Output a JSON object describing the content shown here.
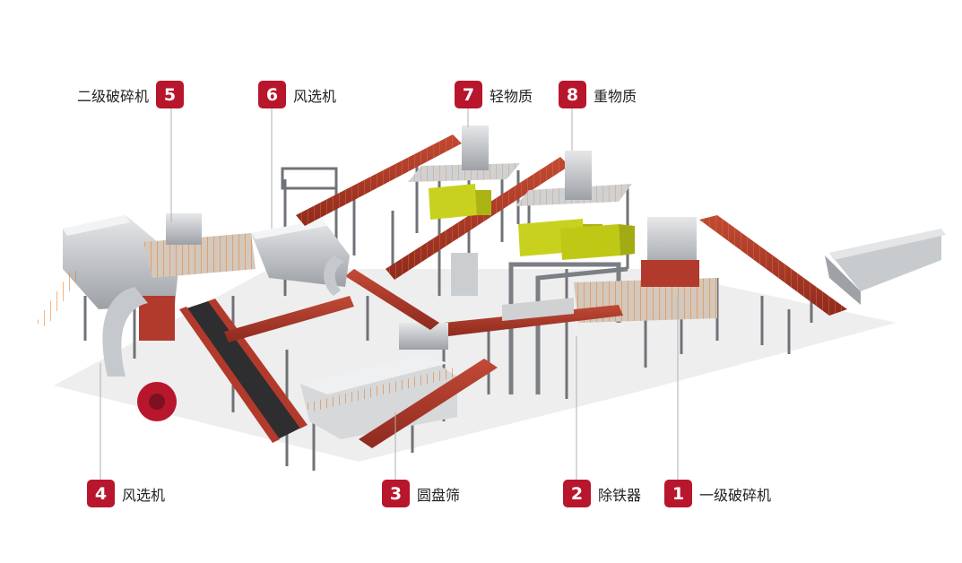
{
  "callouts": [
    {
      "id": "c5",
      "number": "5",
      "label": "二级破碎机"
    },
    {
      "id": "c6",
      "number": "6",
      "label": "风选机"
    },
    {
      "id": "c7",
      "number": "7",
      "label": "轻物质"
    },
    {
      "id": "c8",
      "number": "8",
      "label": "重物质"
    },
    {
      "id": "c4",
      "number": "4",
      "label": "风选机"
    },
    {
      "id": "c3",
      "number": "3",
      "label": "圆盘筛"
    },
    {
      "id": "c2",
      "number": "2",
      "label": "除铁器"
    },
    {
      "id": "c1",
      "number": "1",
      "label": "一级破碎机"
    }
  ],
  "colors": {
    "badge": "#b8162c",
    "conveyor_red": "#b23a2c",
    "railing_orange": "#e8781e",
    "steel_gray": "#7b7f84",
    "machine_light": "#d6d8da",
    "truck_yellow": "#c8d21e"
  }
}
